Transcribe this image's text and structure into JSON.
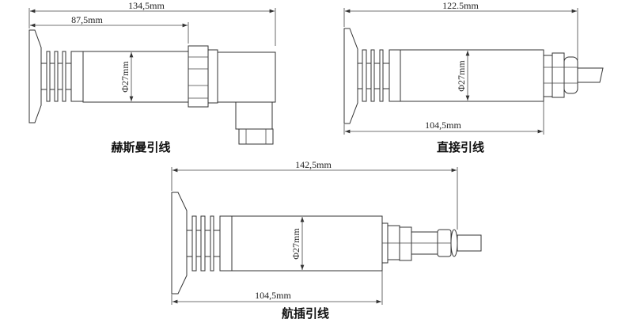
{
  "diagrams": [
    {
      "label": "赫斯曼引线",
      "overall_length": "134,5mm",
      "inner_length": "87,5mm",
      "diameter": "Φ27mm"
    },
    {
      "label": "直接引线",
      "overall_length": "122.5mm",
      "body_length": "104,5mm",
      "diameter": "Φ27mm"
    },
    {
      "label": "航插引线",
      "overall_length": "142,5mm",
      "body_length": "104,5mm",
      "diameter": "Φ27mm"
    }
  ]
}
